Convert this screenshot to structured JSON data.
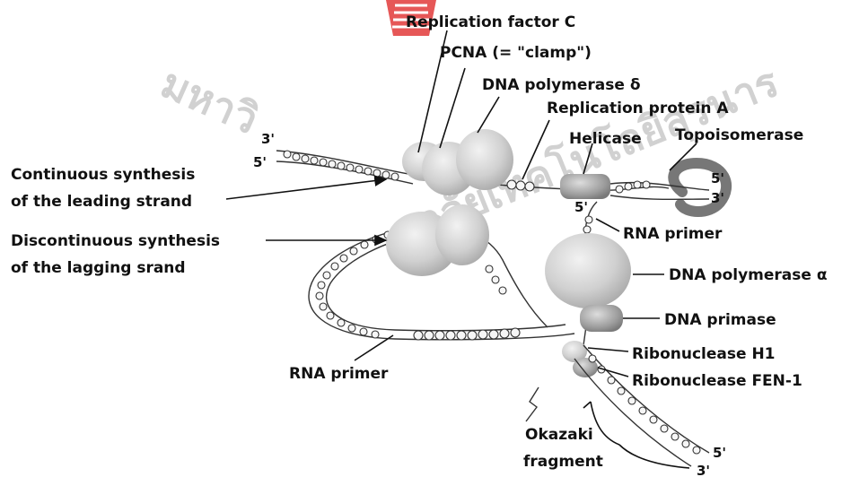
{
  "labels": {
    "replication_factor_c": "Replication factor C",
    "pcna": "PCNA (= \"clamp\")",
    "dna_polymerase_delta": "DNA polymerase δ",
    "replication_protein_a": "Replication protein A",
    "helicase": "Helicase",
    "topoisomerase": "Topoisomerase",
    "continuous_synthesis_line1": "Continuous synthesis",
    "continuous_synthesis_line2": "of the leading strand",
    "discontinuous_synthesis_line1": "Discontinuous synthesis",
    "discontinuous_synthesis_line2": "of the lagging srand",
    "rna_primer_right": "RNA primer",
    "dna_polymerase_alpha": "DNA polymerase α",
    "dna_primase": "DNA primase",
    "ribonuclease_h1": "Ribonuclease H1",
    "ribonuclease_fen1": "Ribonuclease FEN-1",
    "rna_primer_left": "RNA primer",
    "okazaki_line1": "Okazaki",
    "okazaki_line2": "fragment"
  },
  "strand_ends": {
    "top_left_3": "3'",
    "top_left_5": "5'",
    "right_5": "5'",
    "right_3": "3'",
    "fork_5": "5'",
    "bottom_5": "5'",
    "bottom_3": "3'"
  },
  "watermark": {
    "left": "มหาวิ",
    "right": "ยาลัยเทคโนโลยีสุรนาร"
  },
  "colors": {
    "watermark_red": "#e23a3a",
    "protein_gray": "#c8c8c8",
    "label_black": "#111111"
  }
}
